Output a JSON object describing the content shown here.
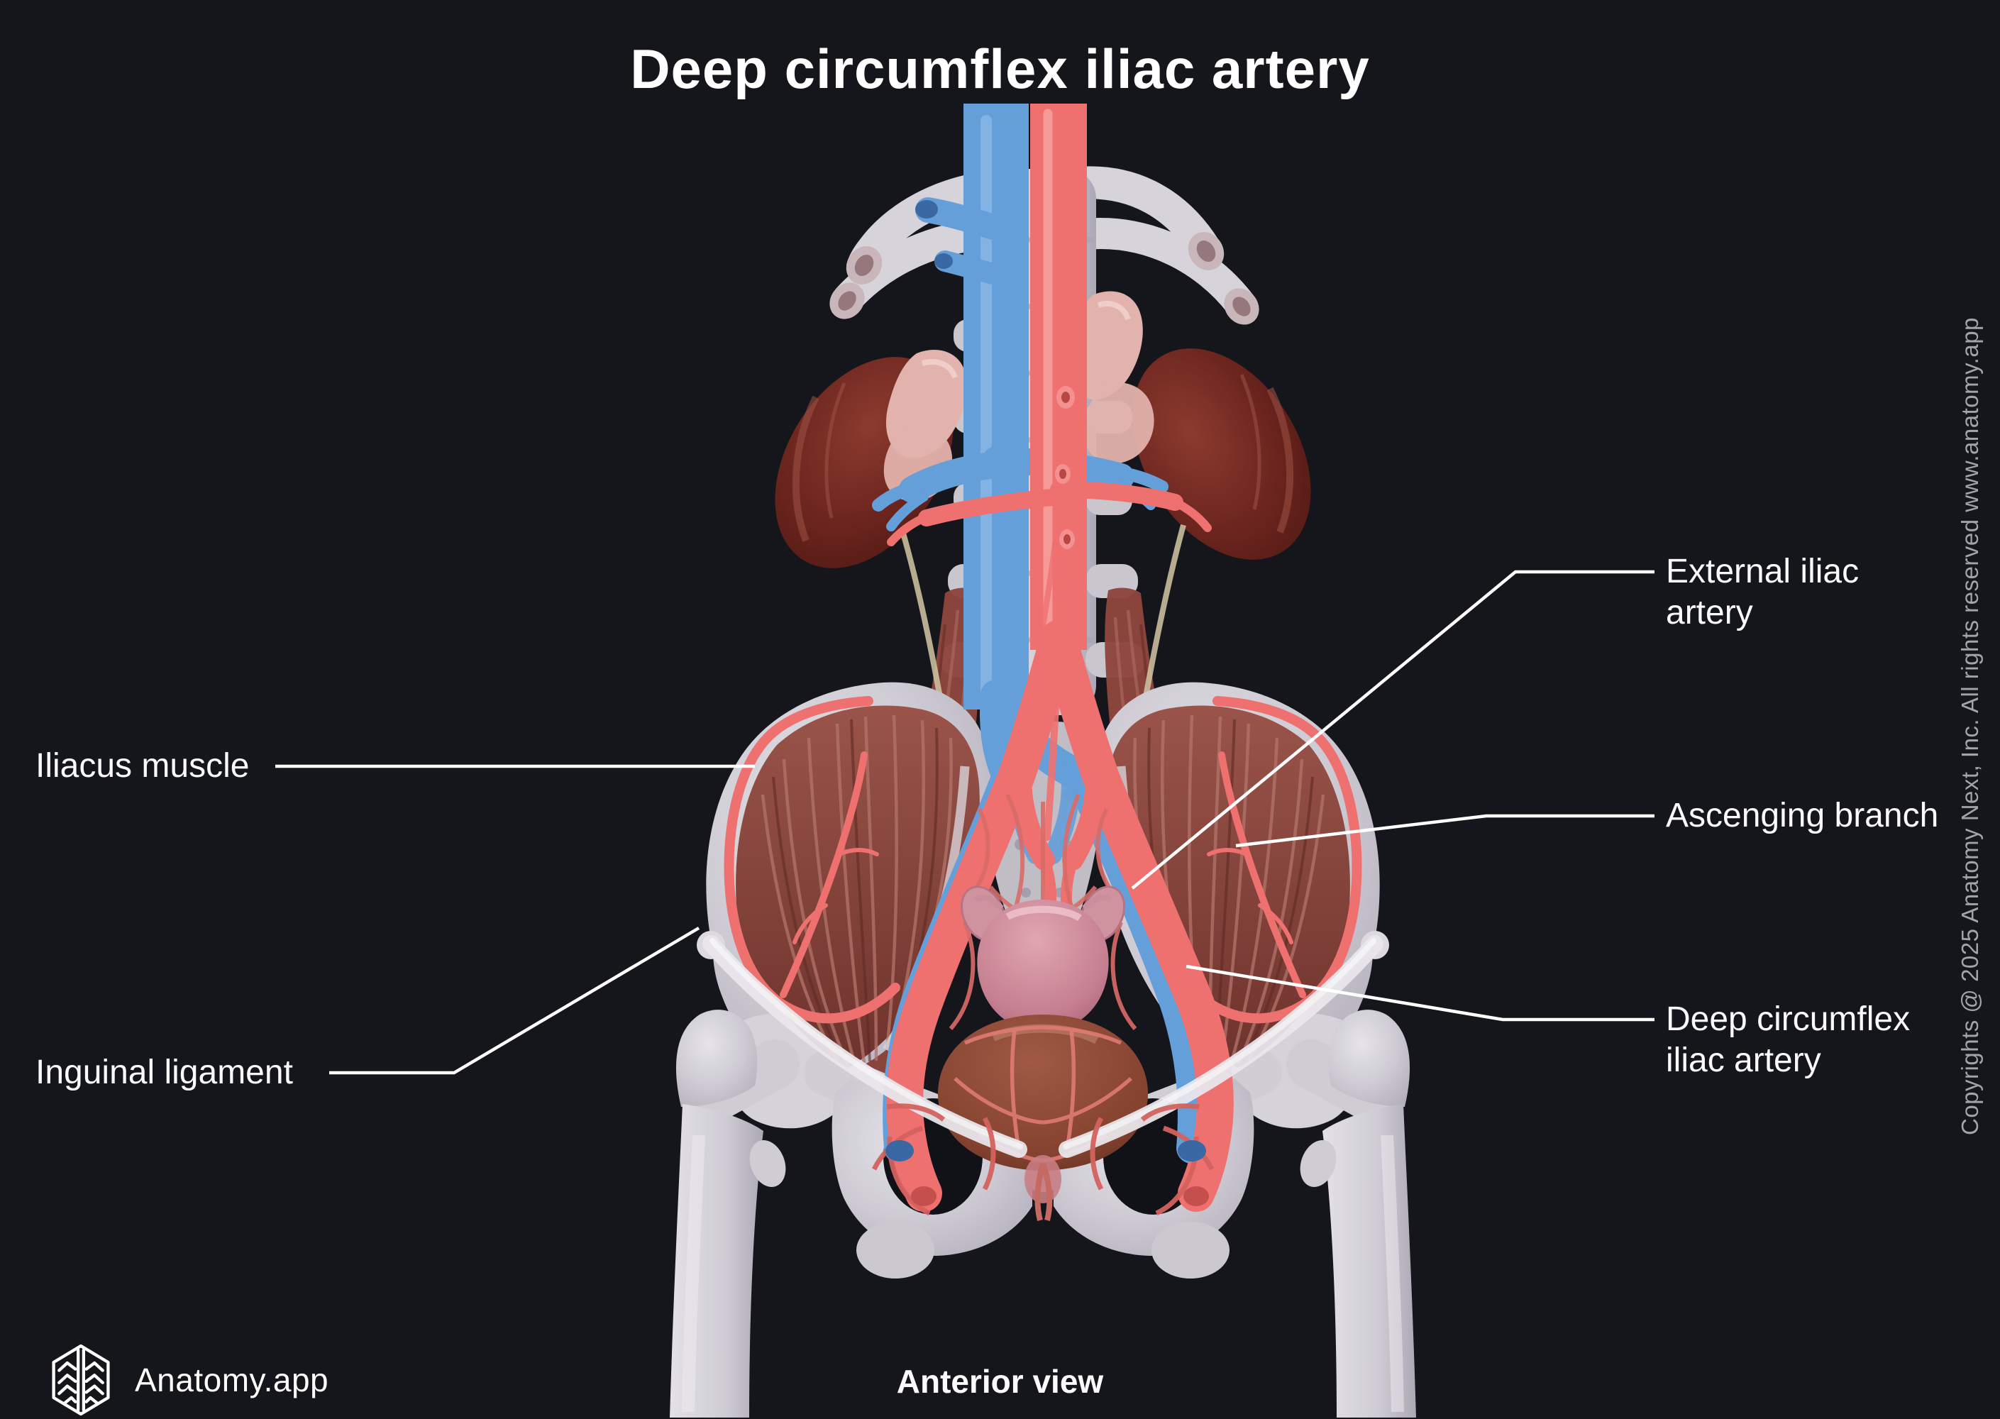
{
  "title": "Deep circumflex iliac artery",
  "labels": {
    "iliacus": {
      "text": "Iliacus muscle"
    },
    "inguinal": {
      "text": "Inguinal ligament"
    },
    "external_iliac": {
      "text": "External iliac\nartery"
    },
    "ascending": {
      "text": "Ascenging branch"
    },
    "dcia": {
      "text": "Deep circumflex\niliac artery"
    }
  },
  "footer": {
    "brand": "Anatomy.app",
    "logo_icon": "brain-hexagon-icon",
    "view_caption": "Anterior view"
  },
  "copyright": "Copyrights @ 2025 Anatomy Next, Inc. All rights reserved www.anatomy.app",
  "colors": {
    "background": "#14161b",
    "artery": "#ee7170",
    "vein": "#649fda",
    "bone": "#d4d1d8",
    "muscle": "#8f4a42",
    "kidney": "#6b251e",
    "adrenal": "#e2b2ac",
    "uterus": "#d795a2",
    "rectum": "#8a4538",
    "inguinal_ligament": "#e9e7ec",
    "leader_line": "#ffffff",
    "label_text": "#fafafc",
    "copyright_text": "#a2a4a9"
  }
}
